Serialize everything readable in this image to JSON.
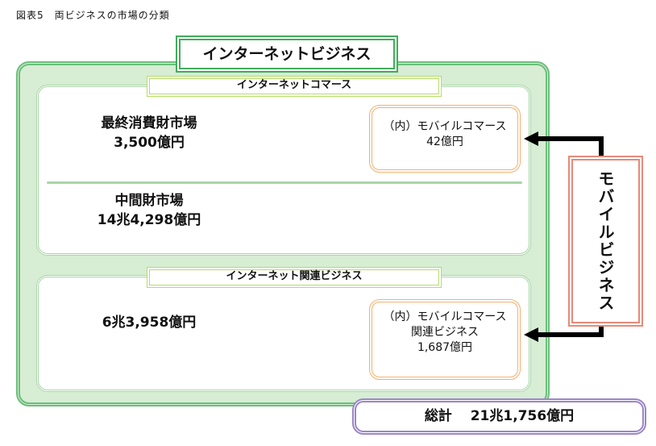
{
  "caption": "図表5　両ビジネスの市場の分類",
  "internet_business": {
    "title": "インターネットビジネス"
  },
  "internet_commerce": {
    "label": "インターネットコマース",
    "final_consumer_market": {
      "name": "最終消費財市場",
      "value": "3,500億円"
    },
    "intermediate_market": {
      "name": "中間財市場",
      "value": "14兆4,298億円"
    },
    "mobile_commerce": {
      "name": "（内）モバイルコマース",
      "value": "42億円"
    }
  },
  "internet_related": {
    "label": "インターネット関連ビジネス",
    "value": "6兆3,958億円",
    "mobile_related": {
      "line1": "（内）モバイルコマース",
      "line2": "関連ビジネス",
      "value": "1,687億円"
    }
  },
  "mobile_business": {
    "label": "モバイルビジネス"
  },
  "total": {
    "label": "総計　 21兆1,756億円"
  }
}
